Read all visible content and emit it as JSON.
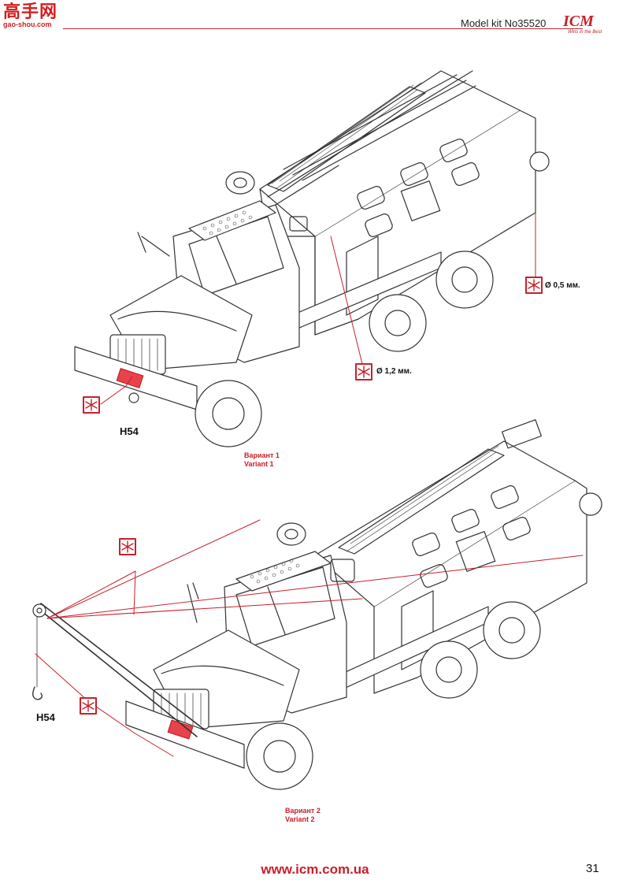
{
  "watermark": {
    "cn": "高手网",
    "url": "gao-shou.com"
  },
  "header": {
    "model_kit": "Model kit No35520",
    "logo": "ICM",
    "logo_tagline": "Wins in the Best"
  },
  "part_labels": {
    "h54_top": "H54",
    "h54_bottom": "H54"
  },
  "dimensions": {
    "d1": "Ø 0,5 мм.",
    "d2": "Ø 1,2 мм."
  },
  "variants": {
    "v1_ru": "Вариант 1",
    "v1_en": "Variant 1",
    "v2_ru": "Вариант 2",
    "v2_en": "Variant 2"
  },
  "footer": {
    "url": "www.icm.com.ua",
    "page": "31"
  },
  "colors": {
    "accent": "#c8202b",
    "line": "#333333",
    "highlight": "#e8424a"
  }
}
